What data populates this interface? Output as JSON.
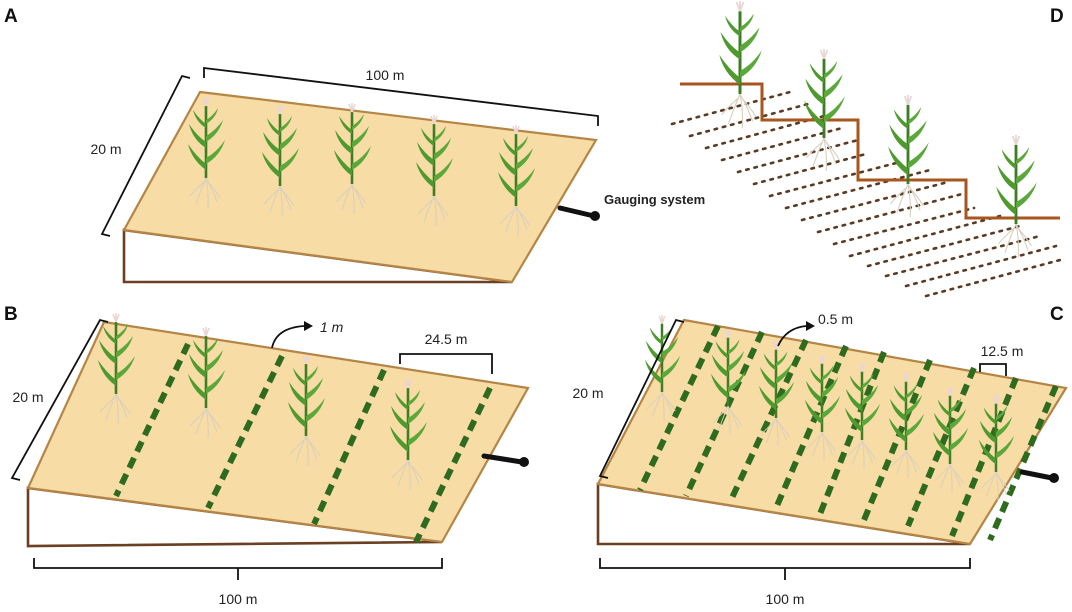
{
  "panels": {
    "A": {
      "letter": "A",
      "width_label": "100 m",
      "length_label": "20 m",
      "gauge_label": "Gauging system"
    },
    "B": {
      "letter": "B",
      "width_label": "100 m",
      "length_label": "20 m",
      "strip_width_label": "1 m",
      "spacing_label": "24.5  m"
    },
    "C": {
      "letter": "C",
      "width_label": "100 m",
      "length_label": "20 m",
      "strip_width_label": "0.5 m",
      "spacing_label": "12.5  m"
    },
    "D": {
      "letter": "D"
    }
  },
  "colors": {
    "plot": "#f7dca5",
    "plot_edge": "#b58546",
    "side_edge": "#6b3f22",
    "grass_strip": "#2f6b1f",
    "terrace": "#a8551e",
    "plant_leaf": "#4f9a2f"
  },
  "icons": [
    "maize-plant",
    "gauging-pipe",
    "curved-arrow"
  ]
}
